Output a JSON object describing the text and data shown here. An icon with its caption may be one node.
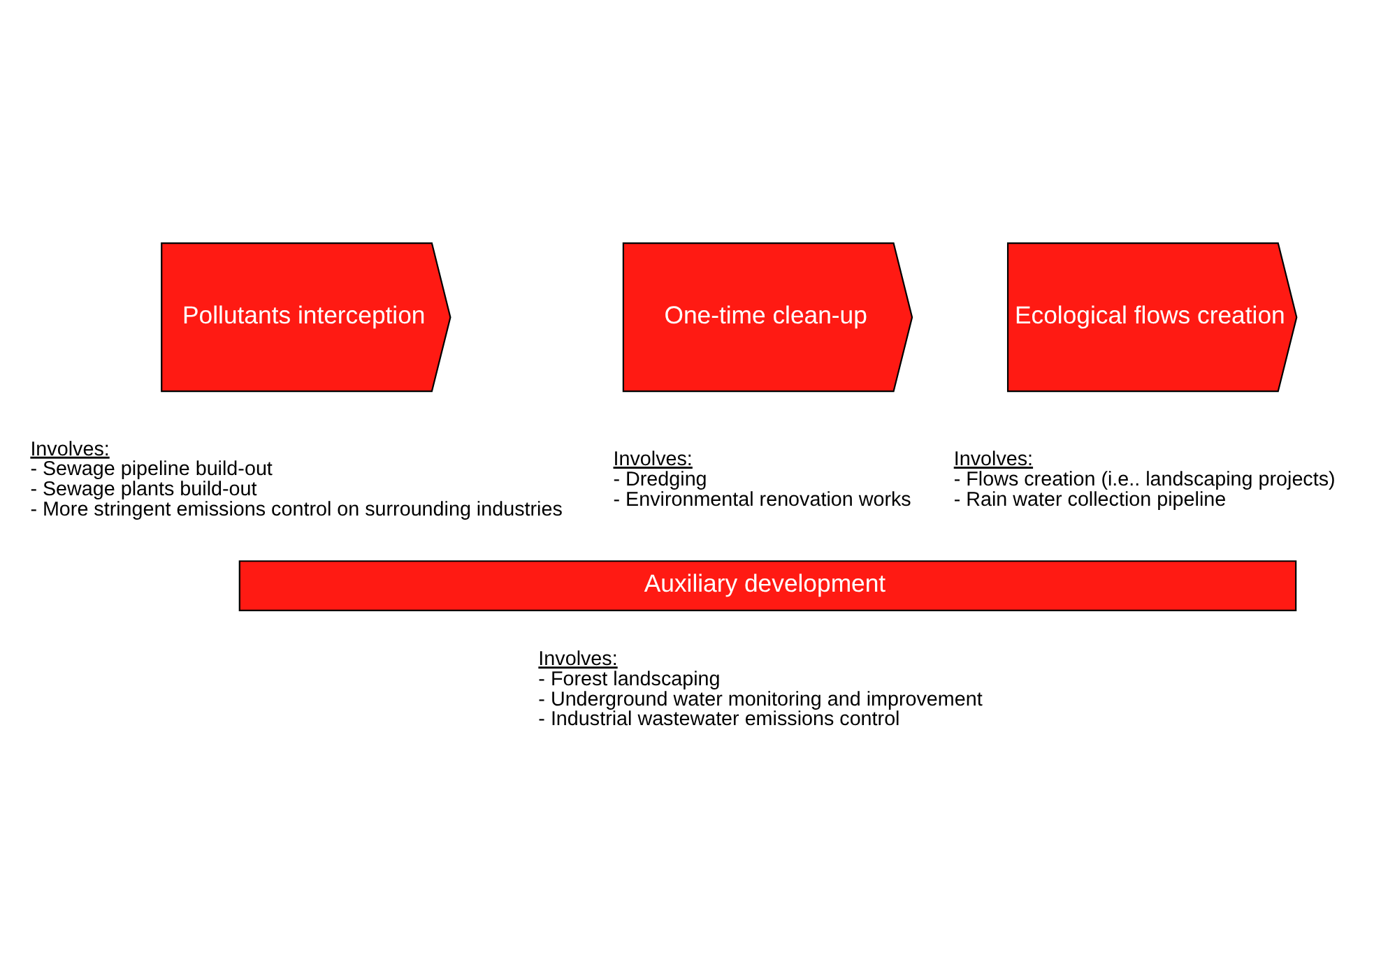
{
  "diagram": {
    "nodes": [
      {
        "text": [
          "Pollutants interception"
        ],
        "beside": [
          "Involves:",
          "- Sewage pipeline build-out",
          "- Sewage plants build-out",
          "- More stringent emissions control on surrounding industries"
        ]
      },
      {
        "text": [
          "One-time clean-up"
        ],
        "beside": [
          "Involves:",
          "- Dredging",
          "- Environmental renovation works"
        ]
      },
      {
        "text": [
          "Ecological flows creation"
        ],
        "beside": [
          "Involves:",
          "- Flows creation (i.e.. landscaping projects)",
          "- Rain water collection pipeline"
        ]
      },
      {
        "text": [
          "Auxiliary development"
        ],
        "beside": [
          "Involves:",
          "- Forest landscaping",
          "- Underground water monitoring and improvement",
          "- Industrial wastewater emissions control"
        ]
      }
    ]
  }
}
